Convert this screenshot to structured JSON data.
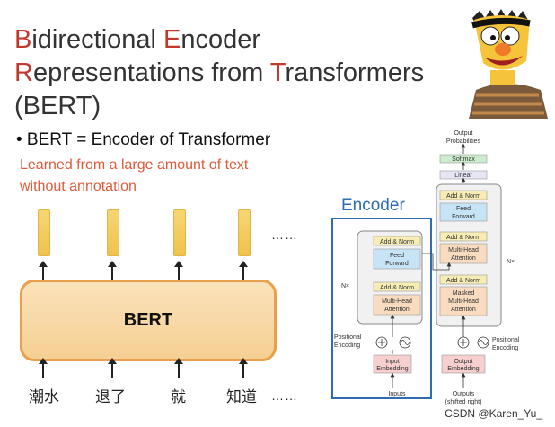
{
  "title": {
    "line1": {
      "init1": "B",
      "rest1": "idirectional ",
      "init2": "E",
      "rest2": "ncoder"
    },
    "line2": {
      "init1": "R",
      "rest1": "epresentations from ",
      "init2": "T",
      "rest2": "ransformers"
    },
    "line3": "(BERT)"
  },
  "bullet": "• BERT =  Encoder of Transformer",
  "note": {
    "line1": "Learned from a large amount of text",
    "line2": "without annotation"
  },
  "bert_label": "BERT",
  "inputs": {
    "w1": "潮水",
    "w2": "退了",
    "w3": "就",
    "w4": "知道",
    "dots": "……"
  },
  "outputs_dots": "……",
  "transformer": {
    "encoder_label": "Encoder",
    "output_probabilities": [
      "Output",
      "Probabilities"
    ],
    "softmax": "Softmax",
    "linear": "Linear",
    "add_norm": "Add & Norm",
    "feed_forward": [
      "Feed",
      "Forward"
    ],
    "multi_head": [
      "Multi-Head",
      "Attention"
    ],
    "masked_multi_head": [
      "Masked",
      "Multi-Head",
      "Attention"
    ],
    "nx": "N×",
    "positional_encoding": [
      "Positional",
      "Encoding"
    ],
    "input_embedding": [
      "Input",
      "Embedding"
    ],
    "output_embedding": [
      "Output",
      "Embedding"
    ],
    "inputs": "Inputs",
    "outputs": [
      "Outputs",
      "(shifted right)"
    ]
  },
  "watermark": "CSDN @Karen_Yu_",
  "colors": {
    "initial_red": "#c0392b",
    "note_orange": "#e05a3a",
    "encoder_blue": "#2e6db4",
    "bert_fill": "#f5cf93",
    "bert_border": "#e8a04c"
  }
}
